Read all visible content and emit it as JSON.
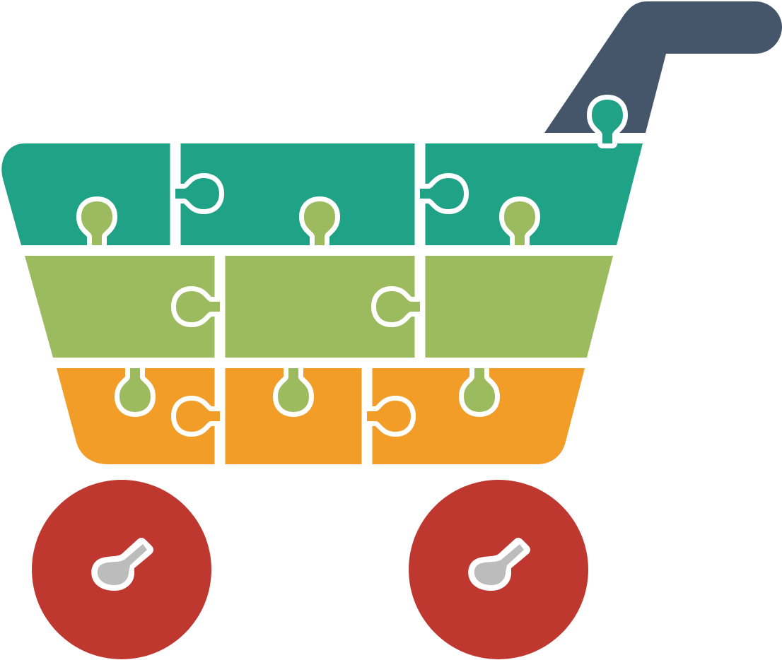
{
  "colors": {
    "handle": "#45566B",
    "tier_top": "#20A286",
    "tier_middle": "#9CBB5E",
    "tier_bottom": "#F19D28",
    "wheel": "#BF3830",
    "wheel_hub": "#BCBCBC",
    "separator": "#FFFFFF",
    "background": "#FFFFFF"
  },
  "icons": {
    "cart": "shopping-cart-icon",
    "piece": "puzzle-piece",
    "wheel": "wheel-icon"
  },
  "cart": {
    "tiers": [
      {
        "name": "top",
        "color_key": "tier_top"
      },
      {
        "name": "middle",
        "color_key": "tier_middle"
      },
      {
        "name": "bottom",
        "color_key": "tier_bottom"
      }
    ],
    "wheels": [
      {
        "name": "left",
        "color_key": "wheel"
      },
      {
        "name": "right",
        "color_key": "wheel"
      }
    ]
  }
}
